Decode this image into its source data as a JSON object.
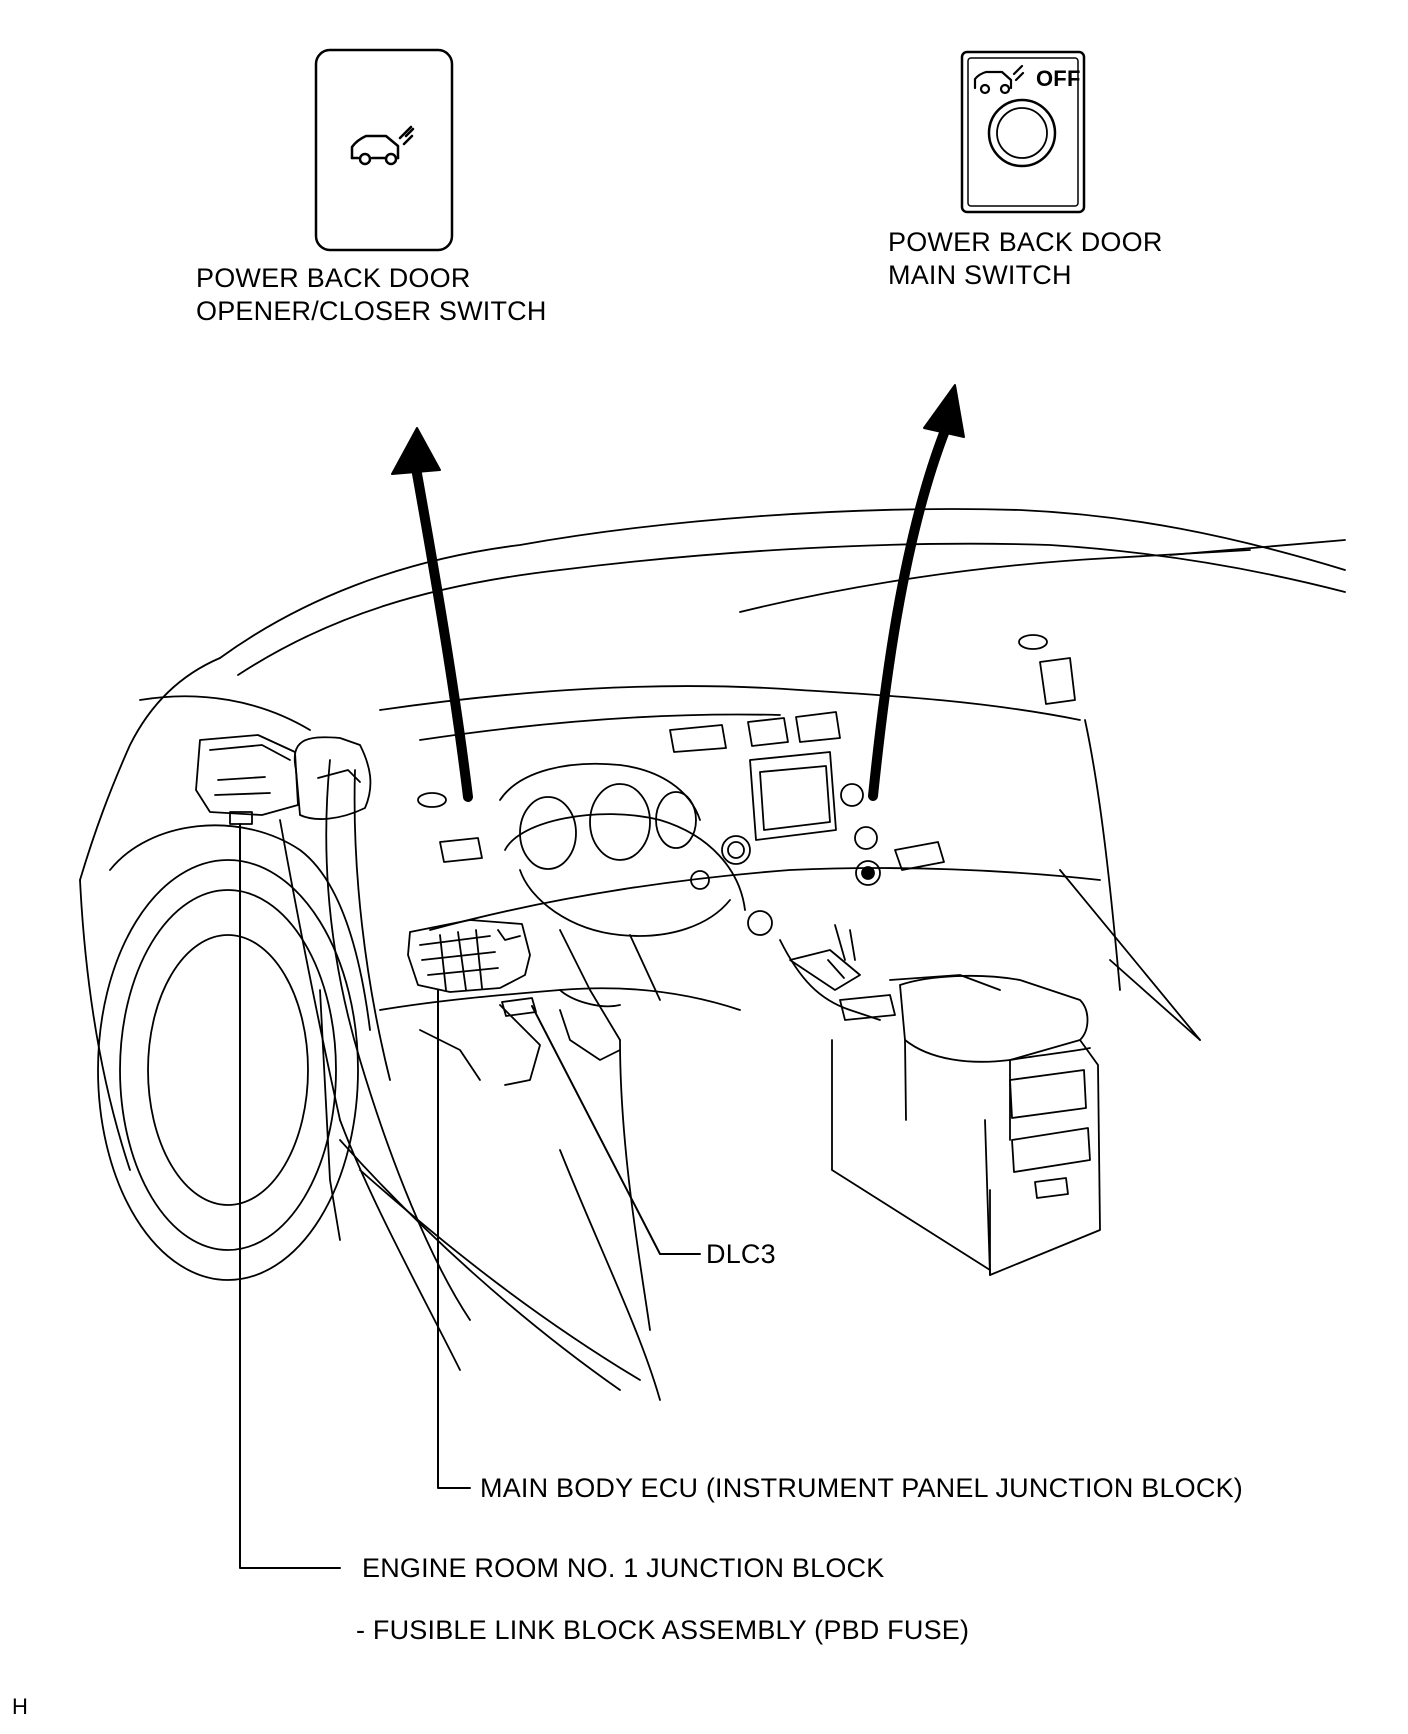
{
  "labels": {
    "opener_closer_switch": {
      "line1": "POWER BACK DOOR",
      "line2": "OPENER/CLOSER SWITCH"
    },
    "main_switch": {
      "line1": "POWER BACK DOOR",
      "line2": "MAIN SWITCH"
    },
    "switch_off_text": "OFF",
    "dlc3": "DLC3",
    "main_body_ecu": "MAIN BODY ECU (INSTRUMENT PANEL JUNCTION BLOCK)",
    "engine_room_jb": "ENGINE ROOM NO. 1 JUNCTION BLOCK",
    "fusible_link": "- FUSIBLE LINK BLOCK ASSEMBLY (PBD FUSE)",
    "corner_mark": "H"
  },
  "colors": {
    "line": "#000000",
    "background": "#ffffff"
  },
  "icons": [
    "car-back-door-icon",
    "up-arrow-icon"
  ]
}
